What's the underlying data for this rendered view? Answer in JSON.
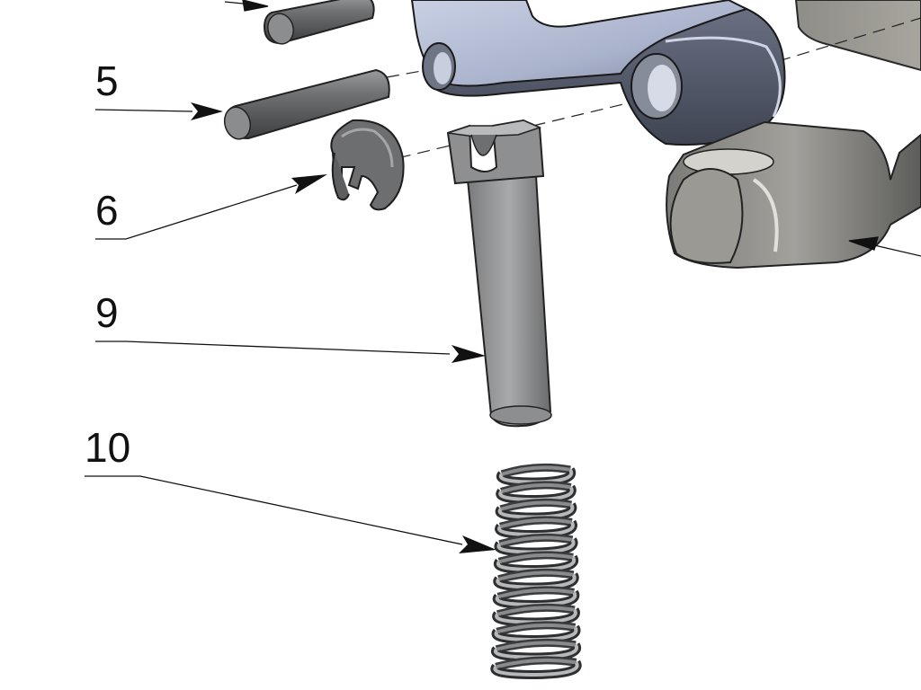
{
  "callouts": [
    {
      "id": "5",
      "label": "5"
    },
    {
      "id": "6",
      "label": "6"
    },
    {
      "id": "9",
      "label": "9"
    },
    {
      "id": "10",
      "label": "10"
    }
  ],
  "colors": {
    "background": "#ffffff",
    "lever_blue": "#b9c2d8",
    "steel_dark": "#5f6164",
    "steel_mid": "#8e8f90",
    "line": "#111111"
  },
  "parts": [
    "pin-upper-icon",
    "pin-5-icon",
    "e-clip-6-icon",
    "slotted-pin-9-icon",
    "spring-10-icon",
    "lever-arm-icon",
    "block-icon",
    "nut-fitting-icon"
  ]
}
